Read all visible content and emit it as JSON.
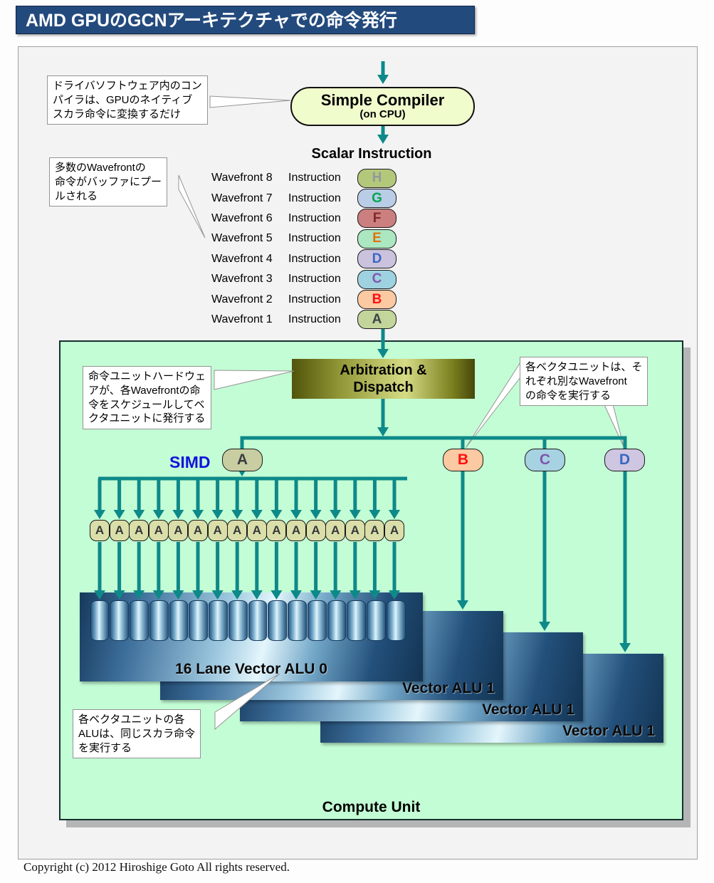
{
  "title": "AMD GPUのGCNアーキテクチャでの命令発行",
  "compiler": {
    "label": "Simple Compiler",
    "sublabel": "(on CPU)"
  },
  "scalar_heading": "Scalar Instruction",
  "callouts": {
    "compiler_note": {
      "lines": [
        "ドライバソフトウェア内のコン",
        "パイラは、GPUのネイティブ",
        "スカラ命令に変換するだけ"
      ]
    },
    "buffer_note": {
      "lines": [
        "多数のWavefrontの",
        "命令がバッファにプー",
        "ルされる"
      ]
    },
    "scheduler_note": {
      "lines": [
        "命令ユニットハードウェ",
        "アが、各Wavefrontの命",
        "令をスケジュールしてベ",
        "クタユニットに発行する"
      ]
    },
    "vector_note": {
      "lines": [
        "各ベクタユニットは、そ",
        "れぞれ別なWavefront",
        "の命令を実行する"
      ]
    },
    "alu_note": {
      "lines": [
        "各ベクタユニットの各",
        "ALUは、同じスカラ命令",
        "を実行する"
      ]
    }
  },
  "wavefronts": [
    {
      "label": "Wavefront 8",
      "instruction": "Instruction",
      "letter": "H",
      "bg": "#b4c87b",
      "fg": "#919a9a"
    },
    {
      "label": "Wavefront 7",
      "instruction": "Instruction",
      "letter": "G",
      "bg": "#b9cde6",
      "fg": "#00a651"
    },
    {
      "label": "Wavefront 6",
      "instruction": "Instruction",
      "letter": "F",
      "bg": "#cb7f7f",
      "fg": "#7f2a26"
    },
    {
      "label": "Wavefront 5",
      "instruction": "Instruction",
      "letter": "E",
      "bg": "#abe7c0",
      "fg": "#e1720f"
    },
    {
      "label": "Wavefront 4",
      "instruction": "Instruction",
      "letter": "D",
      "bg": "#cbc2de",
      "fg": "#3a67c2"
    },
    {
      "label": "Wavefront 3",
      "instruction": "Instruction",
      "letter": "C",
      "bg": "#9ed2e0",
      "fg": "#8157ae"
    },
    {
      "label": "Wavefront 2",
      "instruction": "Instruction",
      "letter": "B",
      "bg": "#fbc9a2",
      "fg": "#ff1010"
    },
    {
      "label": "Wavefront 1",
      "instruction": "Instruction",
      "letter": "A",
      "bg": "#c3d59a",
      "fg": "#3f4448"
    }
  ],
  "arbitration": {
    "lines": [
      "Arbitration &",
      "Dispatch"
    ]
  },
  "simd": {
    "label": "SIMD",
    "badges": [
      {
        "letter": "A",
        "bg": "#c9cda2",
        "fg": "#3a3e42"
      },
      {
        "letter": "B",
        "bg": "#fbc9a2",
        "fg": "#ff1010"
      },
      {
        "letter": "C",
        "bg": "#a6d2e2",
        "fg": "#8157ae"
      },
      {
        "letter": "D",
        "bg": "#cfc6e2",
        "fg": "#3a67c2"
      }
    ]
  },
  "lanes": {
    "letter": "A",
    "count": 16,
    "bg": "#dadfa9",
    "fg": "#34383c"
  },
  "alu": {
    "alu0_label": "16 Lane Vector ALU 0",
    "alu1_labels": [
      "Vector ALU 1",
      "Vector ALU 1",
      "Vector ALU 1"
    ]
  },
  "compute_unit_label": "Compute Unit",
  "copyright": "Copyright (c) 2012 Hiroshige Goto All rights reserved.",
  "colors": {
    "arrow_teal": "#0e8989",
    "title_bg": "#234a7d",
    "compute_unit_bg": "#c3fdd5",
    "compiler_bg": "#f1fccd",
    "arbitration_gold": "#8f9434",
    "alu_navy": "#16395c",
    "simd_label_blue": "#1212dd"
  }
}
